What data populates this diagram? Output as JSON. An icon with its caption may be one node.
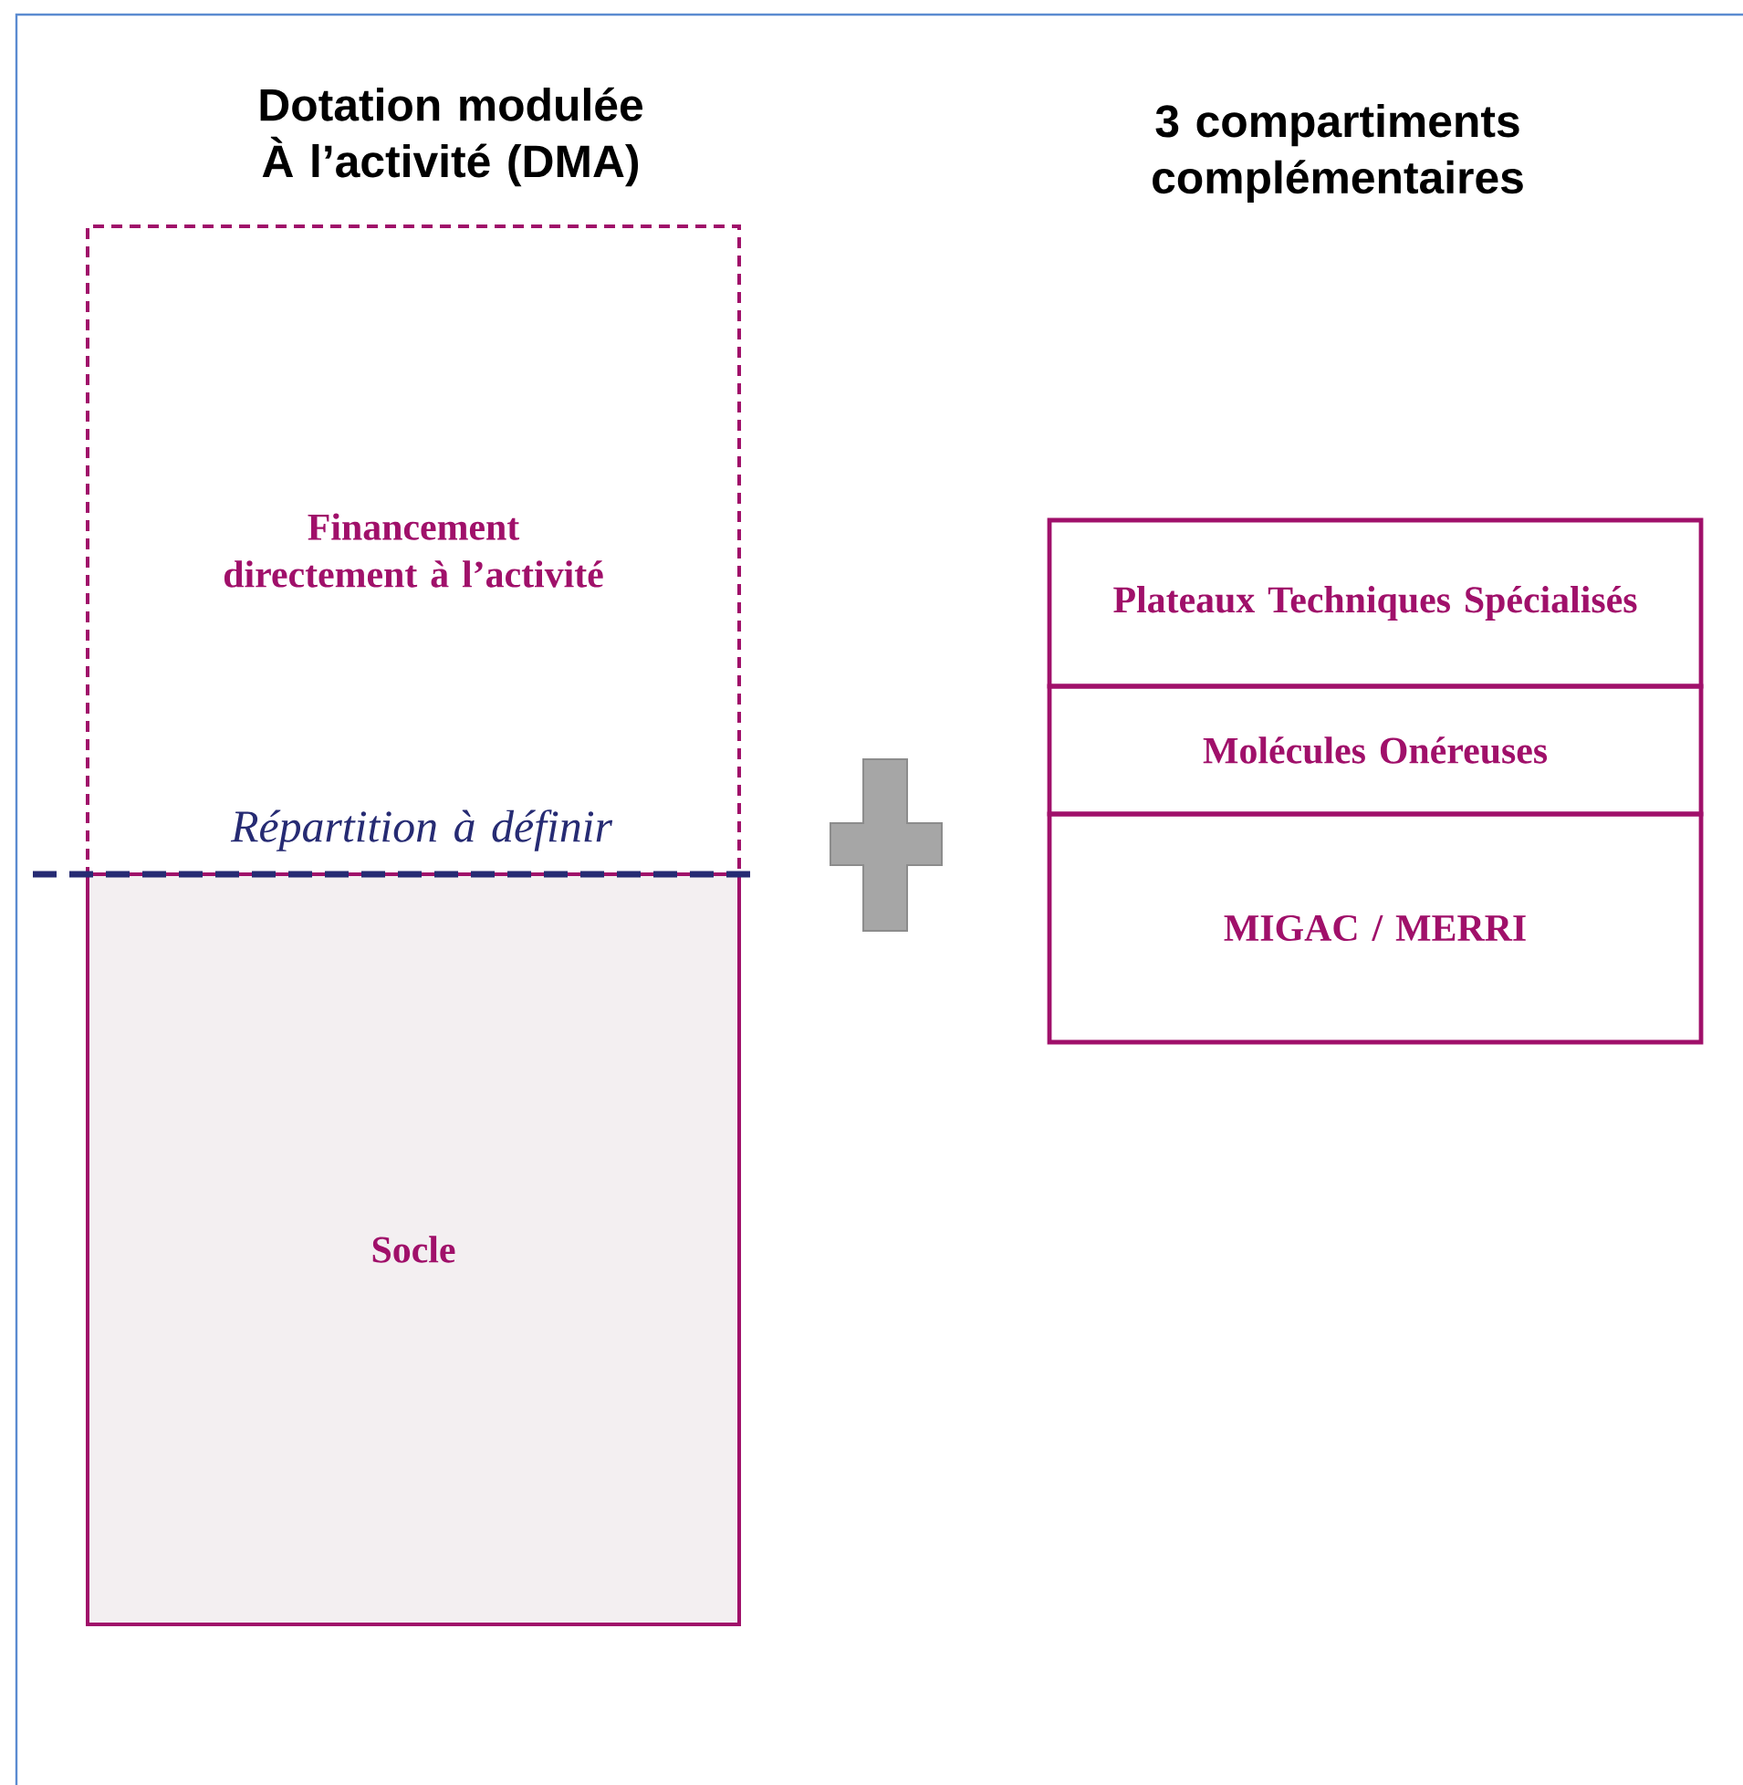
{
  "diagram": {
    "nodes": [
      {
        "text": [
          "Financement directement à l’activité"
        ]
      },
      {
        "text": [
          "Socle"
        ]
      },
      {
        "text": [
          "Plateaux Techniques Spécialisés"
        ]
      },
      {
        "text": [
          "Molécules Onéreuses"
        ]
      },
      {
        "text": [
          "MIGAC / MERRI"
        ]
      }
    ],
    "labels": [
      "Dotation modulée À l’activité (DMA)",
      "3 compartiments complémentaires",
      "Répartition à définir"
    ]
  }
}
